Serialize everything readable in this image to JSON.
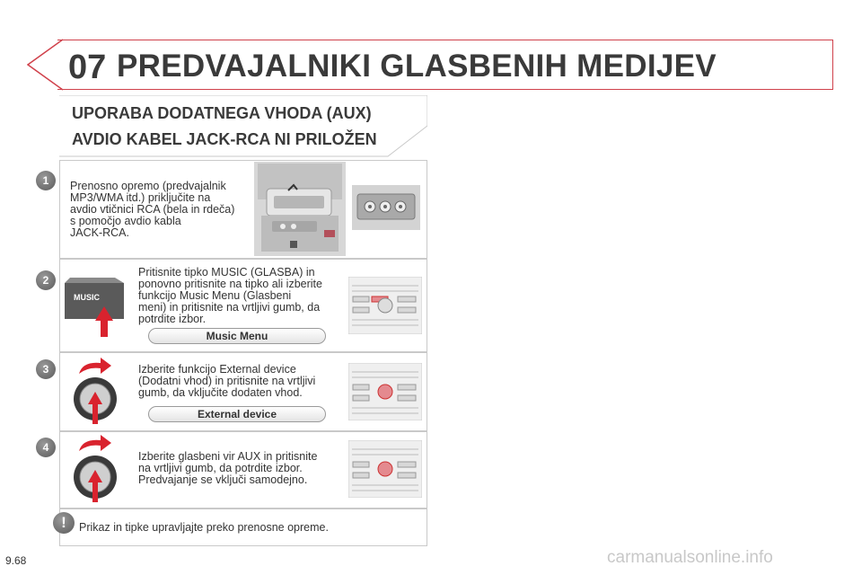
{
  "header": {
    "chapter": "07",
    "title": "PREDVAJALNIKI GLASBENIH MEDIJEV",
    "accent_color": "#d0414b"
  },
  "section": {
    "subtitle1": "UPORABA DODATNEGA VHODA (AUX)",
    "subtitle2": "AVDIO KABEL JACK-RCA NI PRILOŽEN"
  },
  "steps": [
    {
      "number": "1",
      "text": [
        "Prenosno opremo (predvajalnik",
        "MP3/WMA itd.) priključite na",
        "avdio vtičnici RCA (bela in rdeča)",
        "s pomočjo avdio kabla",
        "JACK-RCA."
      ]
    },
    {
      "number": "2",
      "text": [
        "Pritisnite tipko MUSIC (GLASBA) in",
        "ponovno pritisnite na tipko ali izberite",
        "funkcijo Music Menu (Glasbeni",
        "meni) in pritisnite na vrtljivi gumb, da",
        "potrdite izbor."
      ],
      "pill": "Music Menu",
      "button_label": "MUSIC"
    },
    {
      "number": "3",
      "text": [
        "Izberite funkcijo External device",
        "(Dodatni vhod) in pritisnite na vrtljivi",
        "gumb, da vključite dodaten vhod."
      ],
      "pill": "External device"
    },
    {
      "number": "4",
      "text": [
        "Izberite glasbeni vir AUX in pritisnite",
        "na vrtljivi gumb, da potrdite izbor.",
        "Predvajanje se vključi samodejno."
      ]
    }
  ],
  "note": {
    "text": "Prikaz in tipke upravljajte preko prenosne opreme."
  },
  "footer": {
    "page": "9.68",
    "watermark": "carmanualsonline.info"
  }
}
